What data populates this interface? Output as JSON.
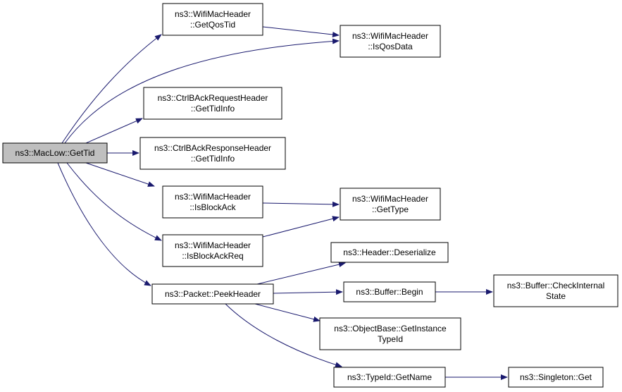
{
  "nodes": {
    "root": [
      "ns3::MacLow::GetTid"
    ],
    "get_qos_tid": [
      "ns3::WifiMacHeader",
      "::GetQosTid"
    ],
    "is_qos_data": [
      "ns3::WifiMacHeader",
      "::IsQosData"
    ],
    "ctrl_req": [
      "ns3::CtrlBAckRequestHeader",
      "::GetTidInfo"
    ],
    "ctrl_resp": [
      "ns3::CtrlBAckResponseHeader",
      "::GetTidInfo"
    ],
    "is_block_ack": [
      "ns3::WifiMacHeader",
      "::IsBlockAck"
    ],
    "get_type": [
      "ns3::WifiMacHeader",
      "::GetType"
    ],
    "is_block_ack_req": [
      "ns3::WifiMacHeader",
      "::IsBlockAckReq"
    ],
    "peek_header": [
      "ns3::Packet::PeekHeader"
    ],
    "deserialize": [
      "ns3::Header::Deserialize"
    ],
    "buffer_begin": [
      "ns3::Buffer::Begin"
    ],
    "check_internal": [
      "ns3::Buffer::CheckInternal",
      "State"
    ],
    "get_instance": [
      "ns3::ObjectBase::GetInstance",
      "TypeId"
    ],
    "get_name": [
      "ns3::TypeId::GetName"
    ],
    "singleton_get": [
      "ns3::Singleton::Get"
    ]
  },
  "edges": [
    [
      "root",
      "get_qos_tid"
    ],
    [
      "root",
      "is_qos_data"
    ],
    [
      "get_qos_tid",
      "is_qos_data"
    ],
    [
      "root",
      "ctrl_req"
    ],
    [
      "root",
      "ctrl_resp"
    ],
    [
      "root",
      "is_block_ack"
    ],
    [
      "root",
      "is_block_ack_req"
    ],
    [
      "root",
      "peek_header"
    ],
    [
      "is_block_ack",
      "get_type"
    ],
    [
      "is_block_ack_req",
      "get_type"
    ],
    [
      "peek_header",
      "deserialize"
    ],
    [
      "peek_header",
      "buffer_begin"
    ],
    [
      "peek_header",
      "get_instance"
    ],
    [
      "peek_header",
      "get_name"
    ],
    [
      "buffer_begin",
      "check_internal"
    ],
    [
      "get_name",
      "singleton_get"
    ]
  ],
  "colors": {
    "edge": "#1a1a6e",
    "node_border": "#000000",
    "root_fill": "#bfbfbf",
    "node_fill": "#ffffff"
  }
}
